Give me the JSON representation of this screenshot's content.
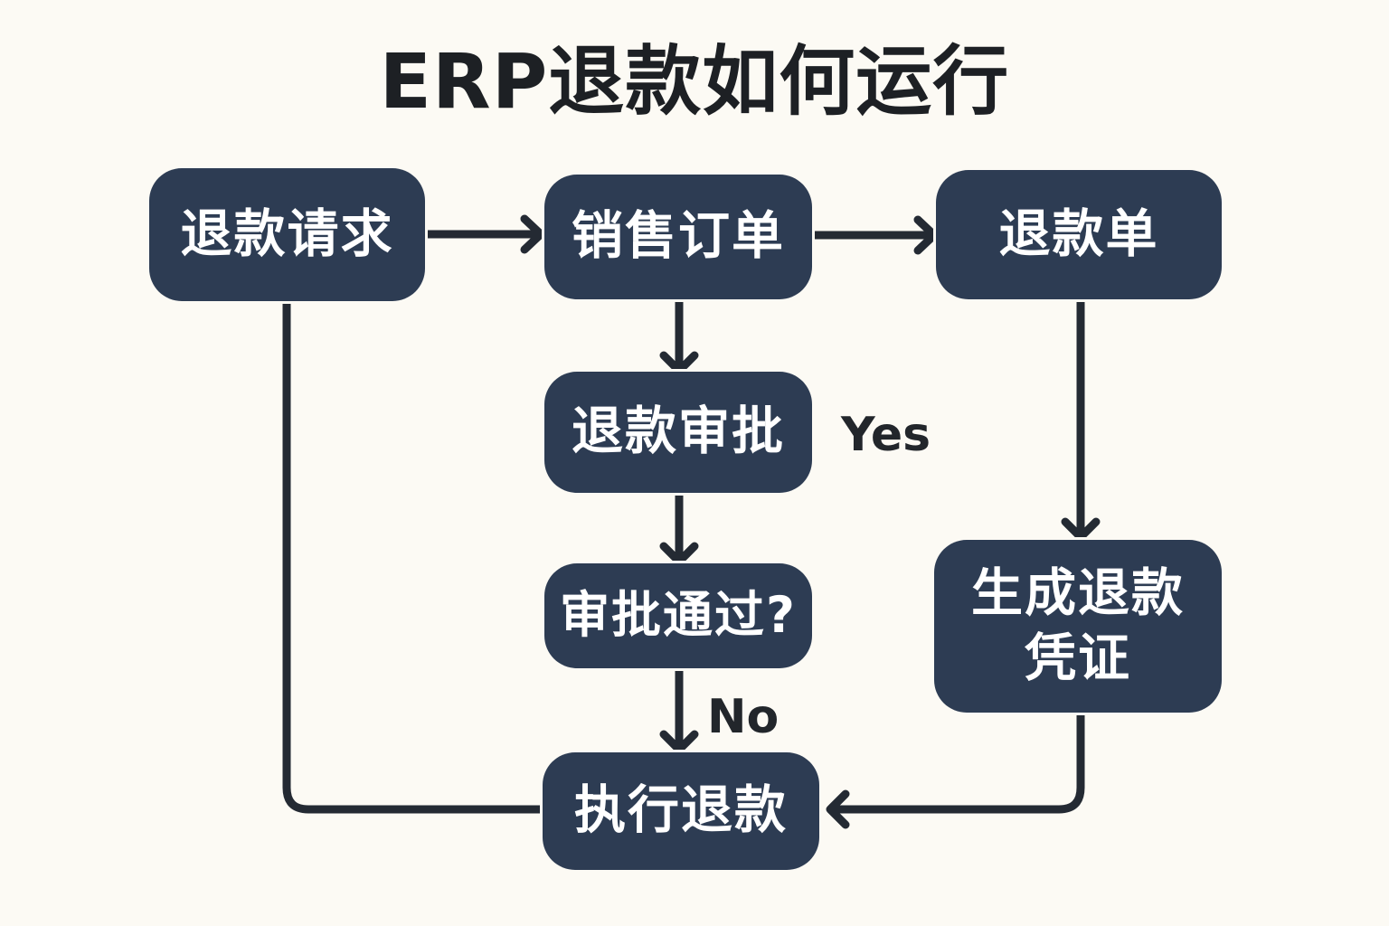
{
  "title": "ERP退款如何运行",
  "diagram_type": "flowchart",
  "colors": {
    "background": "#fcfaf4",
    "node_fill": "#2d3c53",
    "node_text": "#ffffff",
    "connector": "#242a33",
    "title_text": "#1d2024"
  },
  "nodes": [
    {
      "id": "refund-request",
      "label": "退款请求"
    },
    {
      "id": "sales-order",
      "label": "销售订单"
    },
    {
      "id": "refund-order",
      "label": "退款单"
    },
    {
      "id": "refund-approval",
      "label": "退款审批"
    },
    {
      "id": "approval-passed",
      "label": "审批通过?"
    },
    {
      "id": "generate-voucher",
      "label": "生成退款凭证"
    },
    {
      "id": "execute-refund",
      "label": "执行退款"
    }
  ],
  "edges": [
    {
      "from": "退款请求",
      "to": "销售订单",
      "arrowhead": true,
      "label": ""
    },
    {
      "from": "销售订单",
      "to": "退款单",
      "arrowhead": true,
      "label": ""
    },
    {
      "from": "销售订单",
      "to": "退款审批",
      "arrowhead": true,
      "label": ""
    },
    {
      "from": "退款审批",
      "to": "审批通过?",
      "arrowhead": true,
      "label": "Yes"
    },
    {
      "from": "审批通过?",
      "to": "执行退款",
      "arrowhead": true,
      "label": "No"
    },
    {
      "from": "退款单",
      "to": "生成退款凭证",
      "arrowhead": true,
      "label": ""
    },
    {
      "from": "生成退款凭证",
      "to": "执行退款",
      "arrowhead": true,
      "label": ""
    },
    {
      "from": "退款请求",
      "to": "执行退款",
      "arrowhead": false,
      "label": ""
    }
  ],
  "edge_labels": {
    "yes": "Yes",
    "no": "No"
  }
}
